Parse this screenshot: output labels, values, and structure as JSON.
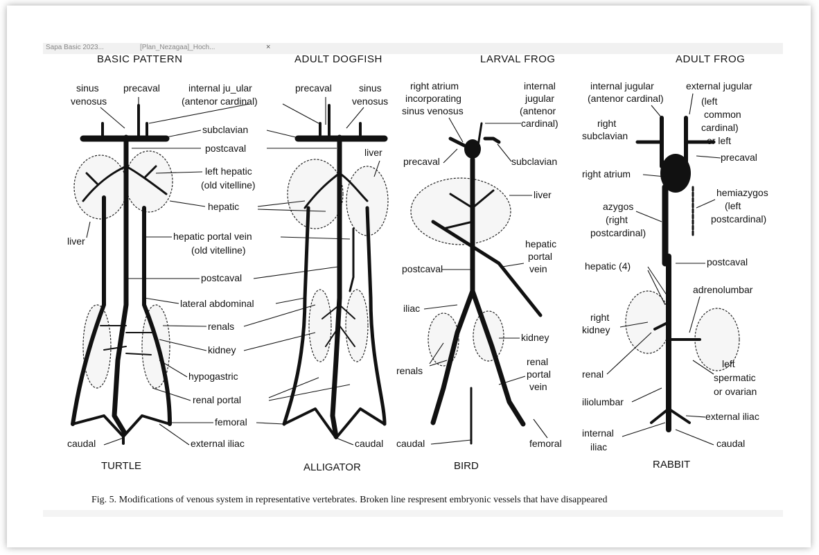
{
  "toolbar": {
    "tab_left": "Sapa Basic 2023...",
    "tab_active": "[Plan_Nezagaa]_Hoch...",
    "tab_close": "×"
  },
  "headers": {
    "basic": "BASIC PATTERN",
    "dogfish": "ADULT DOGFISH",
    "larval": "LARVAL FROG",
    "frog": "ADULT FROG"
  },
  "titles": {
    "turtle": "TURTLE",
    "alligator": "ALLIGATOR",
    "bird": "BIRD",
    "rabbit": "RABBIT"
  },
  "labels": {
    "sinus": "sinus",
    "venosus": "venosus",
    "precaval": "precaval",
    "ij1": "internal ju_ular",
    "ij2": "(antenor cardinal)",
    "precaval2": "precaval",
    "sinus2": "sinus",
    "venosus2": "venosus",
    "subclavian": "subclavian",
    "postcaval1": "postcaval",
    "left_hepatic1": "left hepatic",
    "left_hepatic2": "(old vitelline)",
    "liver_left": "liver",
    "liver_alli": "liver",
    "hepatic": "hepatic",
    "hpv1": "hepatic portal vein",
    "hpv2": "(old vitelline)",
    "postcaval2": "postcaval",
    "lat_abd": "lateral abdominal",
    "renals": "renals",
    "kidney": "kidney",
    "hypogastric": "hypogastric",
    "renal_portal": "renal portal",
    "femoral": "femoral",
    "caudal1": "caudal",
    "ext_iliac": "external iliac",
    "caudal2": "caudal",
    "b_ra1": "right atrium",
    "b_ra2": "incorporating",
    "b_ra3": "sinus venosus",
    "b_ij1": "internal",
    "b_ij2": "jugular",
    "b_ij3": "(antenor",
    "b_ij4": "cardinal)",
    "b_precaval": "precaval",
    "b_subclavian": "subclavian",
    "b_liver": "liver",
    "b_hpv1": "hepatic",
    "b_hpv2": "portal",
    "b_hpv3": "vein",
    "b_postcaval": "postcaval",
    "b_iliac": "iliac",
    "b_kidney": "kidney",
    "b_renals": "renals",
    "b_rpv1": "renal",
    "b_rpv2": "portal",
    "b_rpv3": "vein",
    "b_caudal": "caudal",
    "b_femoral": "femoral",
    "r_ij1": "internal jugular",
    "r_ij2": "(antenor cardinal)",
    "r_ej1": "external jugular",
    "r_ej2": "(left",
    "r_ej3": "common",
    "r_ej4": "cardinal)",
    "r_ej5": "or left",
    "r_precaval": "precaval",
    "r_rs1": "right",
    "r_rs2": "subclavian",
    "r_ra": "right atrium",
    "r_hemi1": "hemiazygos",
    "r_hemi2": "(left",
    "r_hemi3": "postcardinal)",
    "r_az1": "azygos",
    "r_az2": "(right",
    "r_az3": "postcardinal)",
    "r_hep": "hepatic (4)",
    "r_postcaval": "postcaval",
    "r_adreno": "adrenolumbar",
    "r_rk1": "right",
    "r_rk2": "kidney",
    "r_renal": "renal",
    "r_ls1": "left",
    "r_ls2": "spermatic",
    "r_ls3": "or ovarian",
    "r_ilio": "iliolumbar",
    "r_ext": "external iliac",
    "r_int1": "internal",
    "r_int2": "iliac",
    "r_caudal": "caudal"
  },
  "caption": "Fig. 5. Modifications of venous system in representative vertebrates. Broken line respresent embryonic vessels that have disappeared"
}
